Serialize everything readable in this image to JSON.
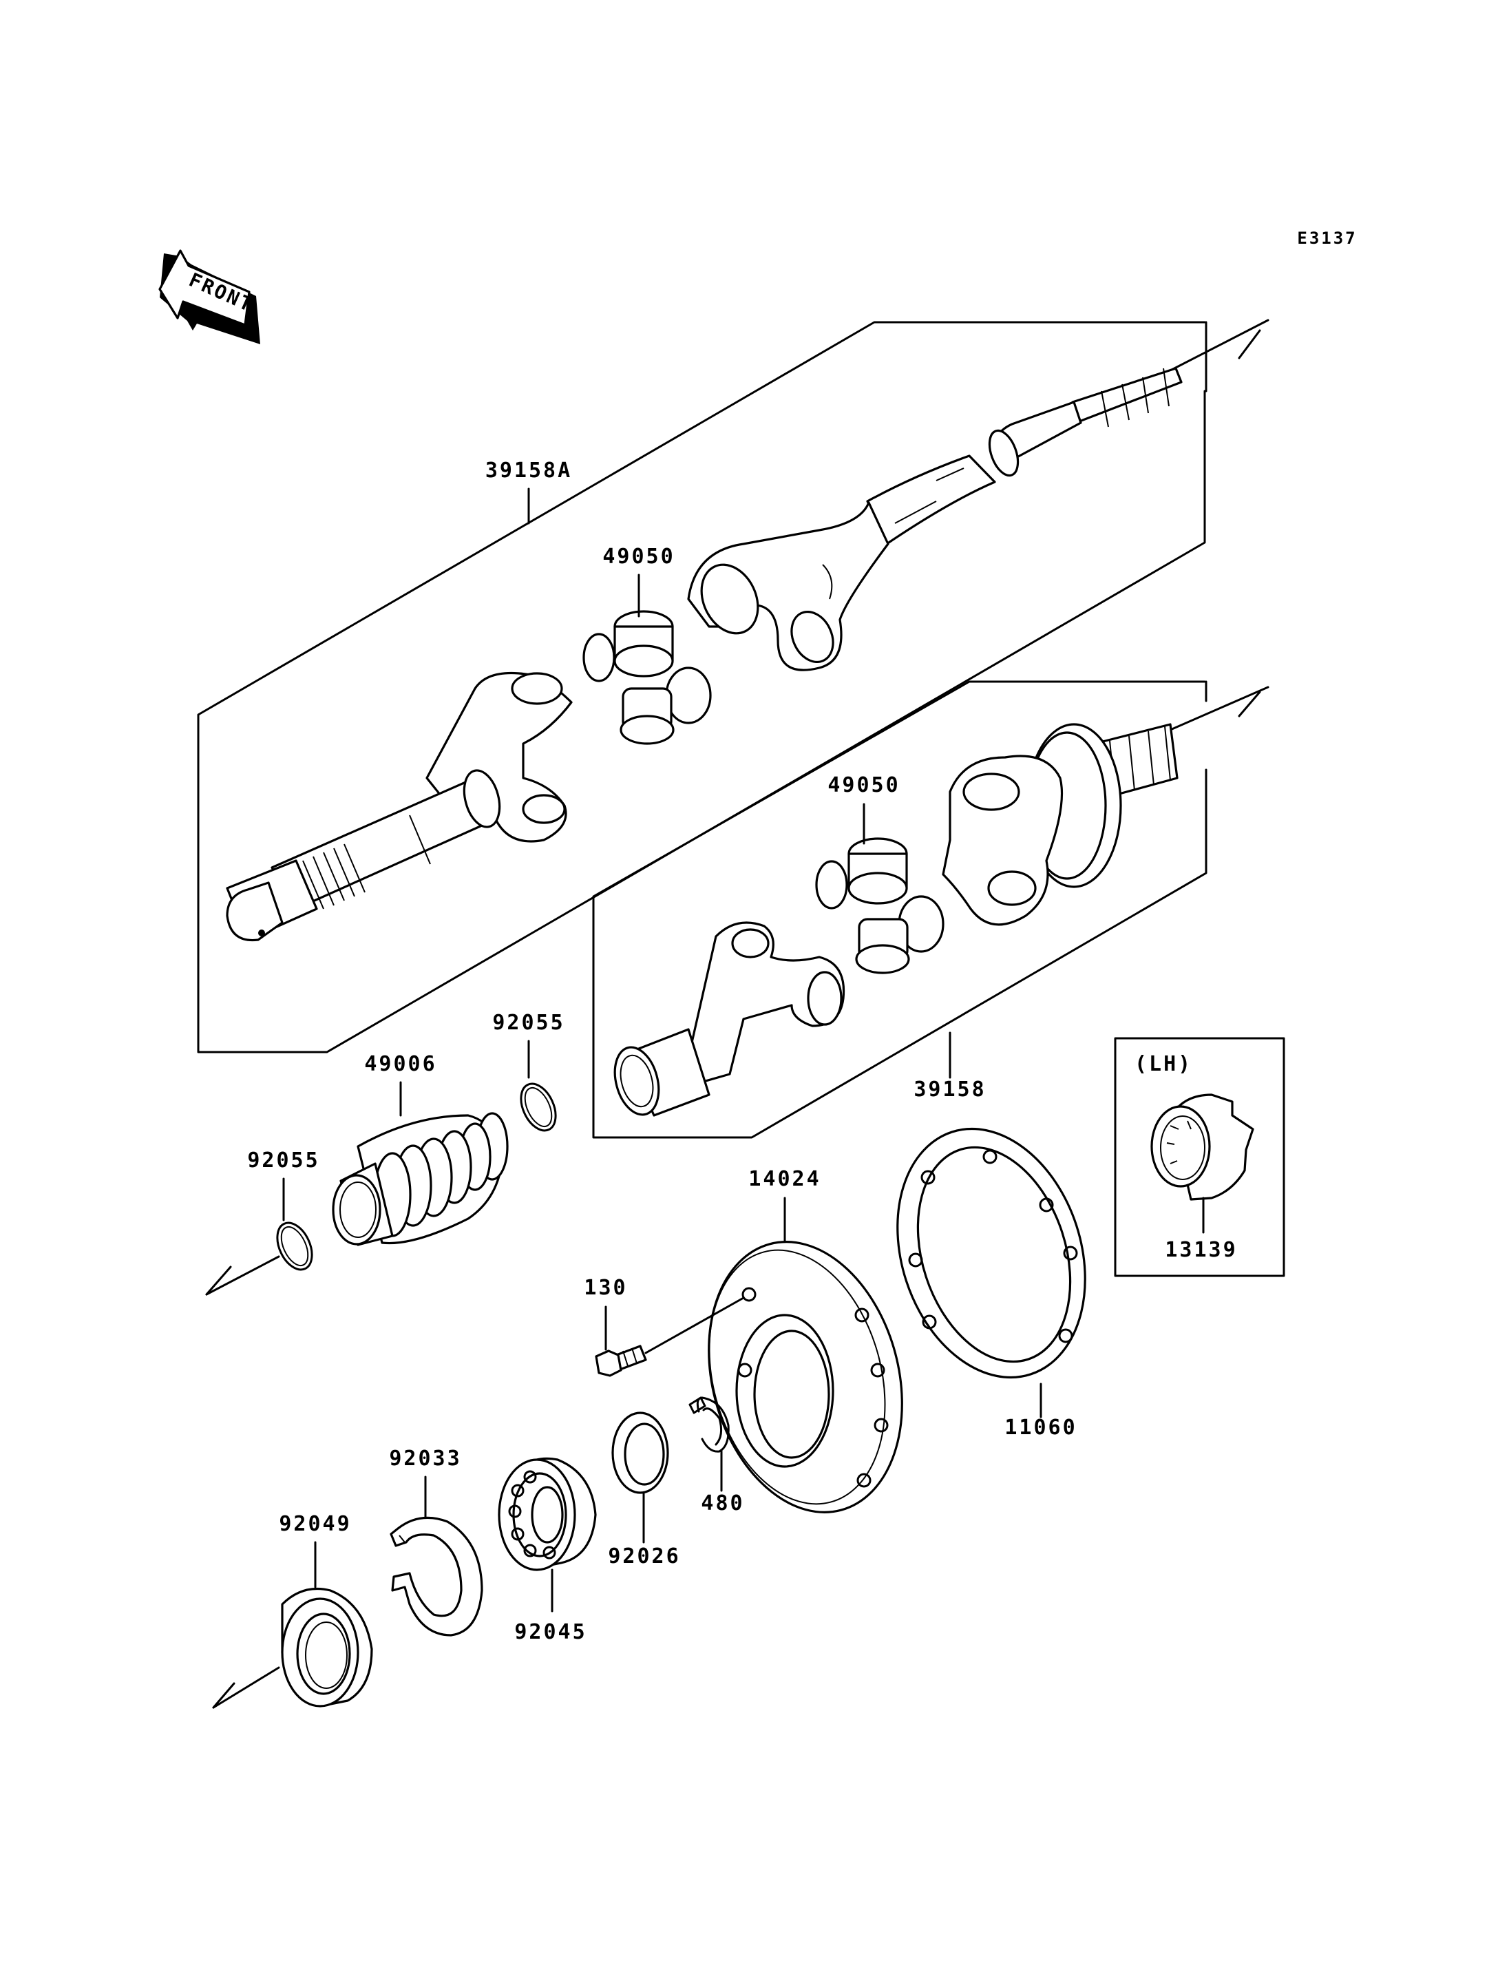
{
  "diagram_code": "E3137",
  "front_label": "FRONT",
  "lh_label": "(LH)",
  "parts": {
    "p39158A": "39158A",
    "p49050_upper": "49050",
    "p49050_lower": "49050",
    "p39158": "39158",
    "p92055_upper": "92055",
    "p49006": "49006",
    "p92055_lower": "92055",
    "p14024": "14024",
    "p13139": "13139",
    "p130": "130",
    "p11060": "11060",
    "p92033": "92033",
    "p480": "480",
    "p92049": "92049",
    "p92026": "92026",
    "p92045": "92045"
  }
}
